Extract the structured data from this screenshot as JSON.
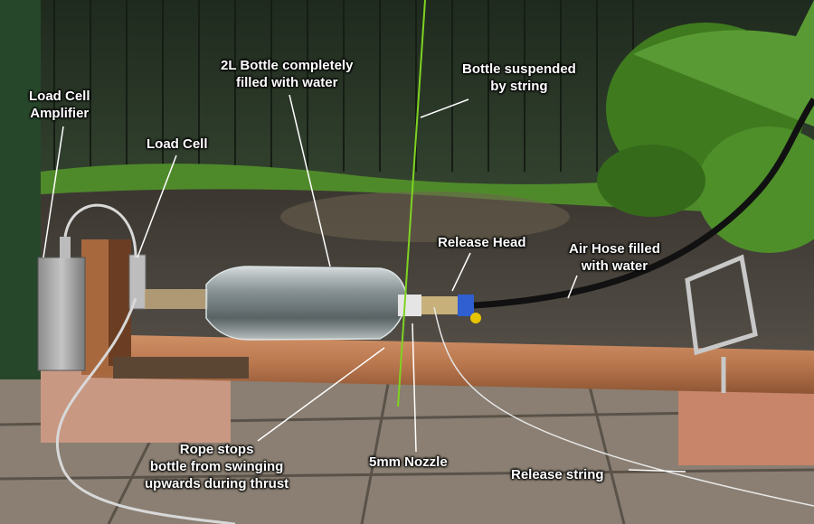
{
  "labels": {
    "load_cell_amplifier": "Load Cell\nAmplifier",
    "load_cell": "Load Cell",
    "bottle_filled": "2L Bottle completely\nfilled with water",
    "bottle_suspended": "Bottle suspended\nby string",
    "release_head": "Release Head",
    "air_hose": "Air Hose filled\nwith water",
    "rope_stops": "Rope stops\nbottle from swinging\nupwards during thrust",
    "nozzle": "5mm Nozzle",
    "release_string": "Release string"
  },
  "colors": {
    "fence": "#2b3a2a",
    "wood": "#b9774e",
    "paving": "#8a7f72",
    "grass": "#4f8a2a",
    "foliage": "#3f7a1f",
    "label_text": "#ffffff",
    "pointer": "#ffffff"
  }
}
